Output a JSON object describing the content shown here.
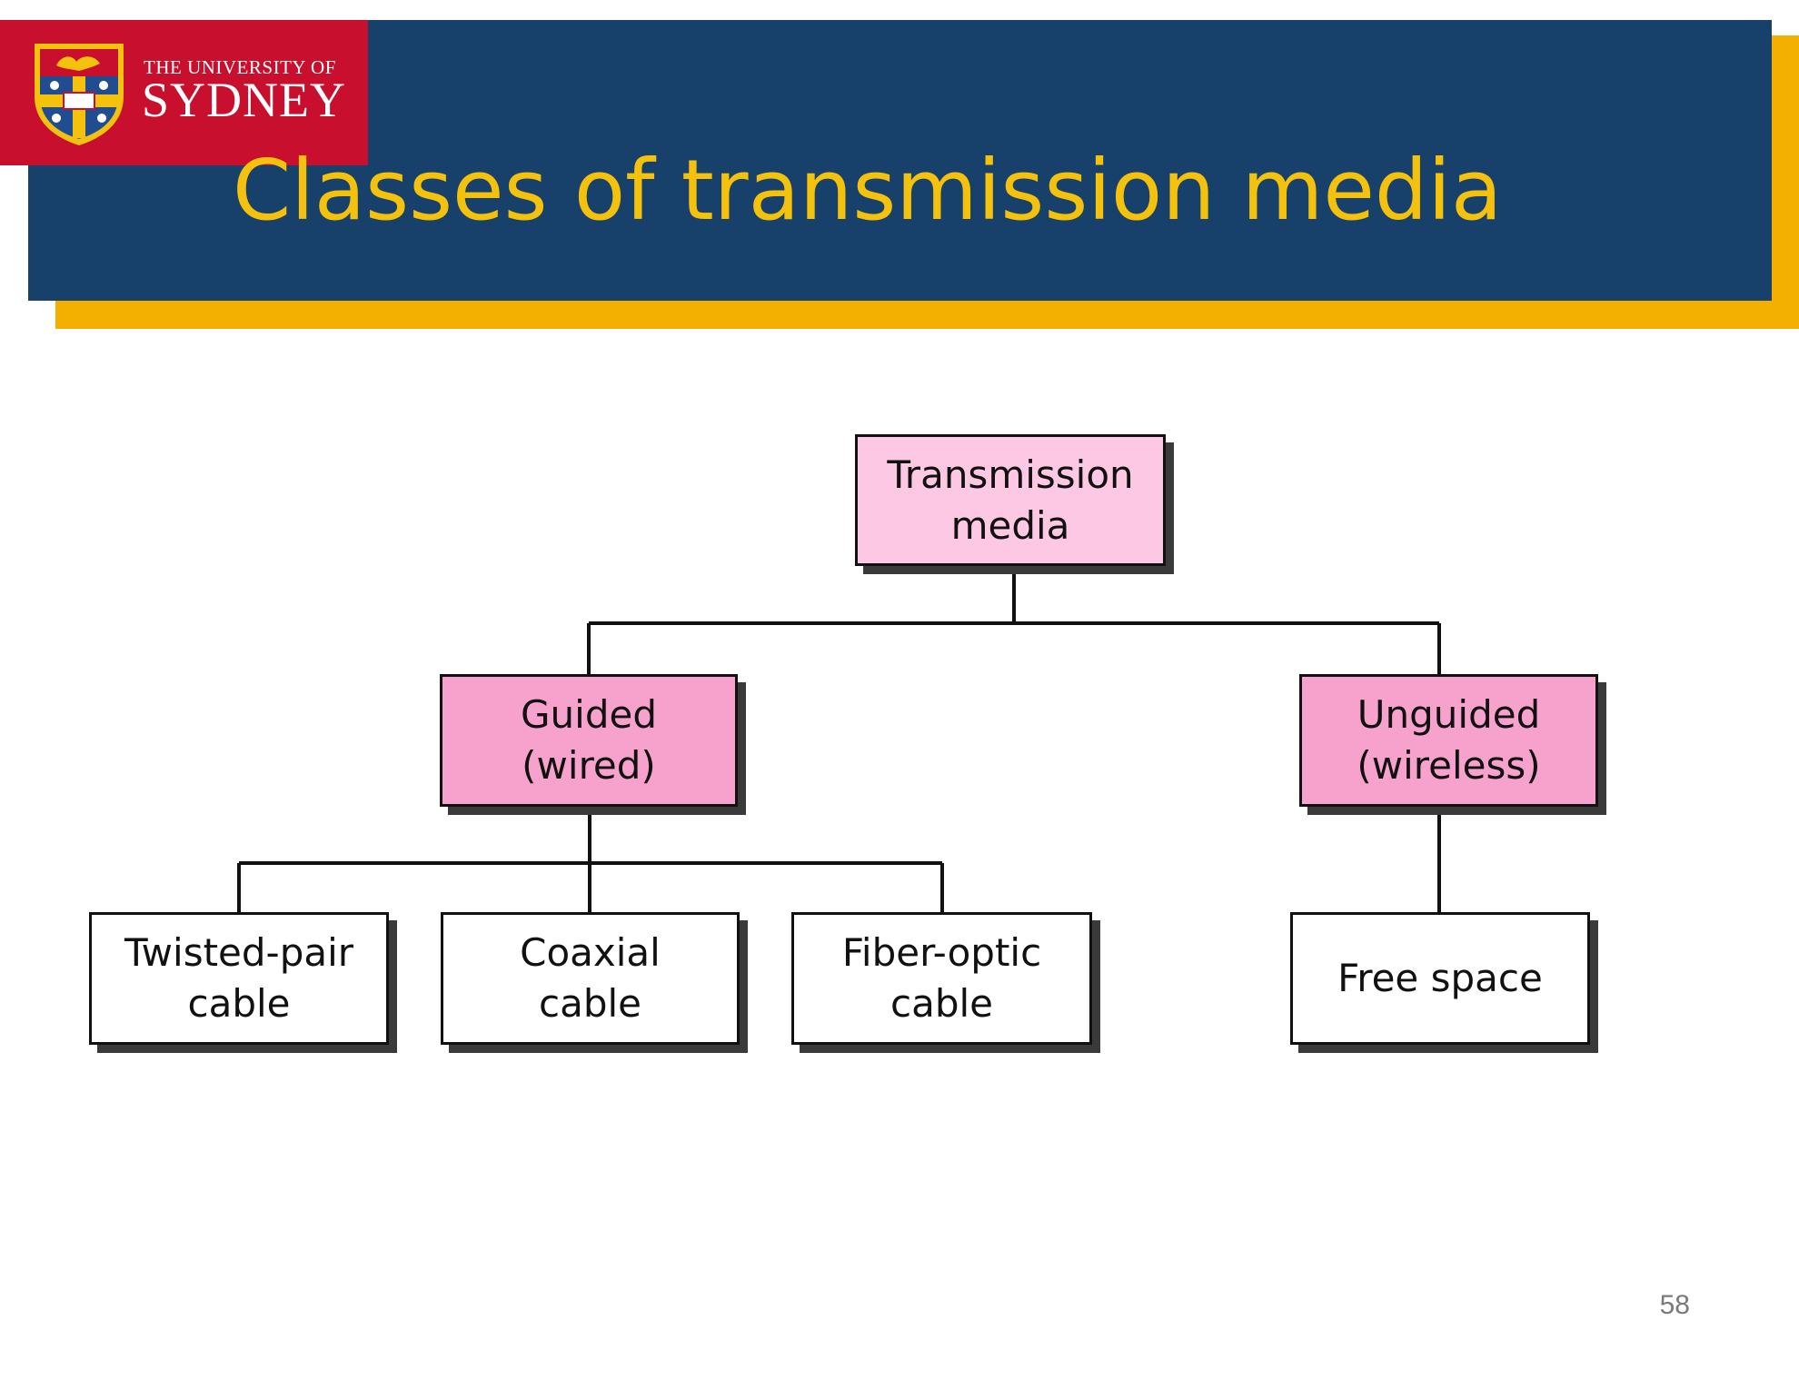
{
  "header": {
    "logo": {
      "line1": "THE UNIVERSITY OF",
      "line2": "SYDNEY"
    },
    "title": "Classes of transmission media",
    "colors": {
      "band": "#17406b",
      "accent": "#f4b000",
      "title": "#f4c20d",
      "logo_bg": "#c8102e"
    }
  },
  "diagram": {
    "nodes": {
      "transmission_media": "Transmission\nmedia",
      "guided": "Guided\n(wired)",
      "unguided": "Unguided\n(wireless)",
      "twisted_pair": "Twisted-pair\ncable",
      "coaxial": "Coaxial\ncable",
      "fiber_optic": "Fiber-optic\ncable",
      "free_space": "Free space"
    },
    "edges": [
      [
        "transmission_media",
        "guided"
      ],
      [
        "transmission_media",
        "unguided"
      ],
      [
        "guided",
        "twisted_pair"
      ],
      [
        "guided",
        "coaxial"
      ],
      [
        "guided",
        "fiber_optic"
      ],
      [
        "unguided",
        "free_space"
      ]
    ],
    "colors": {
      "root_fill": "#fdc8e3",
      "category_fill": "#f7a1cd",
      "leaf_fill": "#ffffff"
    }
  },
  "footer": {
    "page_number": "58"
  }
}
